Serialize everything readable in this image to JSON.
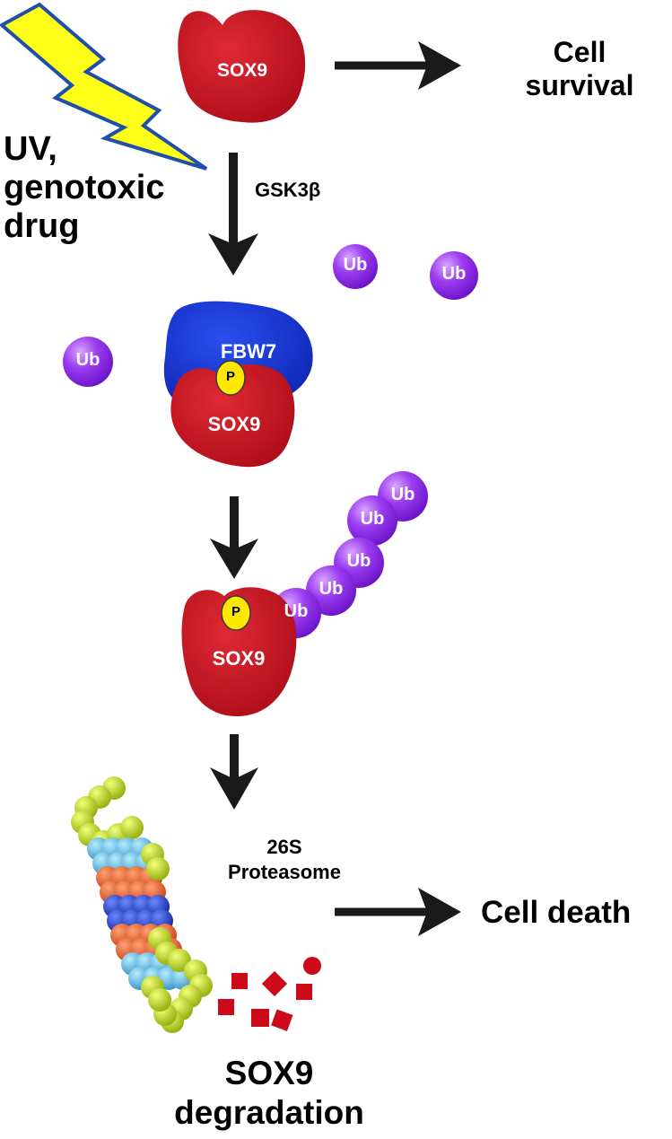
{
  "labels": {
    "stress": [
      "UV,",
      "genotoxic",
      "drug"
    ],
    "kinase": "GSK3β",
    "survival": [
      "Cell",
      "survival"
    ],
    "proteasome": [
      "26S",
      "Proteasome"
    ],
    "death": "Cell death",
    "degradation": [
      "SOX9",
      "degradation"
    ]
  },
  "molecules": {
    "sox9": "SOX9",
    "fbw7": "FBW7",
    "phospho": "P",
    "ubiquitin": "Ub"
  },
  "colors": {
    "sox9": "#c4101c",
    "fbw7": "#1432cc",
    "ubiquitin": "#8a2be2",
    "phospho": "#ffe800",
    "bolt_fill": "#ffff1a",
    "bolt_stroke": "#1f4fa8",
    "arrow": "#1a1a1a",
    "proteasome_lime": "#b8d600",
    "proteasome_cyan": "#4ab4e0",
    "proteasome_orange": "#ea5a24",
    "proteasome_blue": "#1f3ed0",
    "fragments": "#cc0a1a"
  }
}
